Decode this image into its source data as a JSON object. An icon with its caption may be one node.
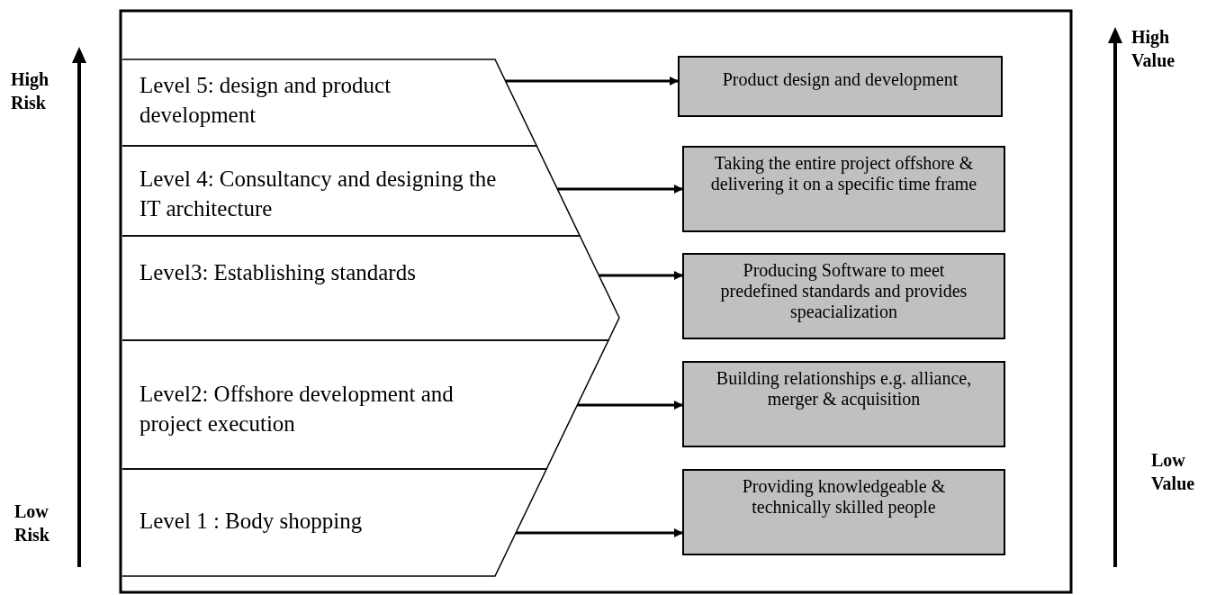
{
  "diagram": {
    "nodes": [
      {
        "text": [
          "Level 5: design and product development"
        ]
      },
      {
        "text": [
          "Level 4: Consultancy and designing the IT architecture"
        ]
      },
      {
        "text": [
          "Level3: Establishing standards"
        ]
      },
      {
        "text": [
          "Level2: Offshore development and project execution"
        ]
      },
      {
        "text": [
          "Level 1 : Body shopping"
        ]
      },
      {
        "text": [
          "Product design and development"
        ]
      },
      {
        "text": [
          "Taking the entire project offshore & delivering it on a specific time frame"
        ]
      },
      {
        "text": [
          "Producing Software to meet predefined standards and provides speacialization"
        ]
      },
      {
        "text": [
          "Building relationships e.g. alliance, merger & acquisition"
        ]
      },
      {
        "text": [
          "Providing knowledgeable & technically skilled people"
        ]
      }
    ],
    "edges": [
      {
        "from": 0,
        "to": 5,
        "arrow": "to"
      },
      {
        "from": 1,
        "to": 6,
        "arrow": "to"
      },
      {
        "from": 2,
        "to": 7,
        "arrow": "to"
      },
      {
        "from": 3,
        "to": 8,
        "arrow": "to"
      },
      {
        "from": 4,
        "to": 9,
        "arrow": "to"
      }
    ],
    "labels": [
      "High Risk",
      "High Value",
      "Low Value",
      "Low Risk"
    ]
  }
}
